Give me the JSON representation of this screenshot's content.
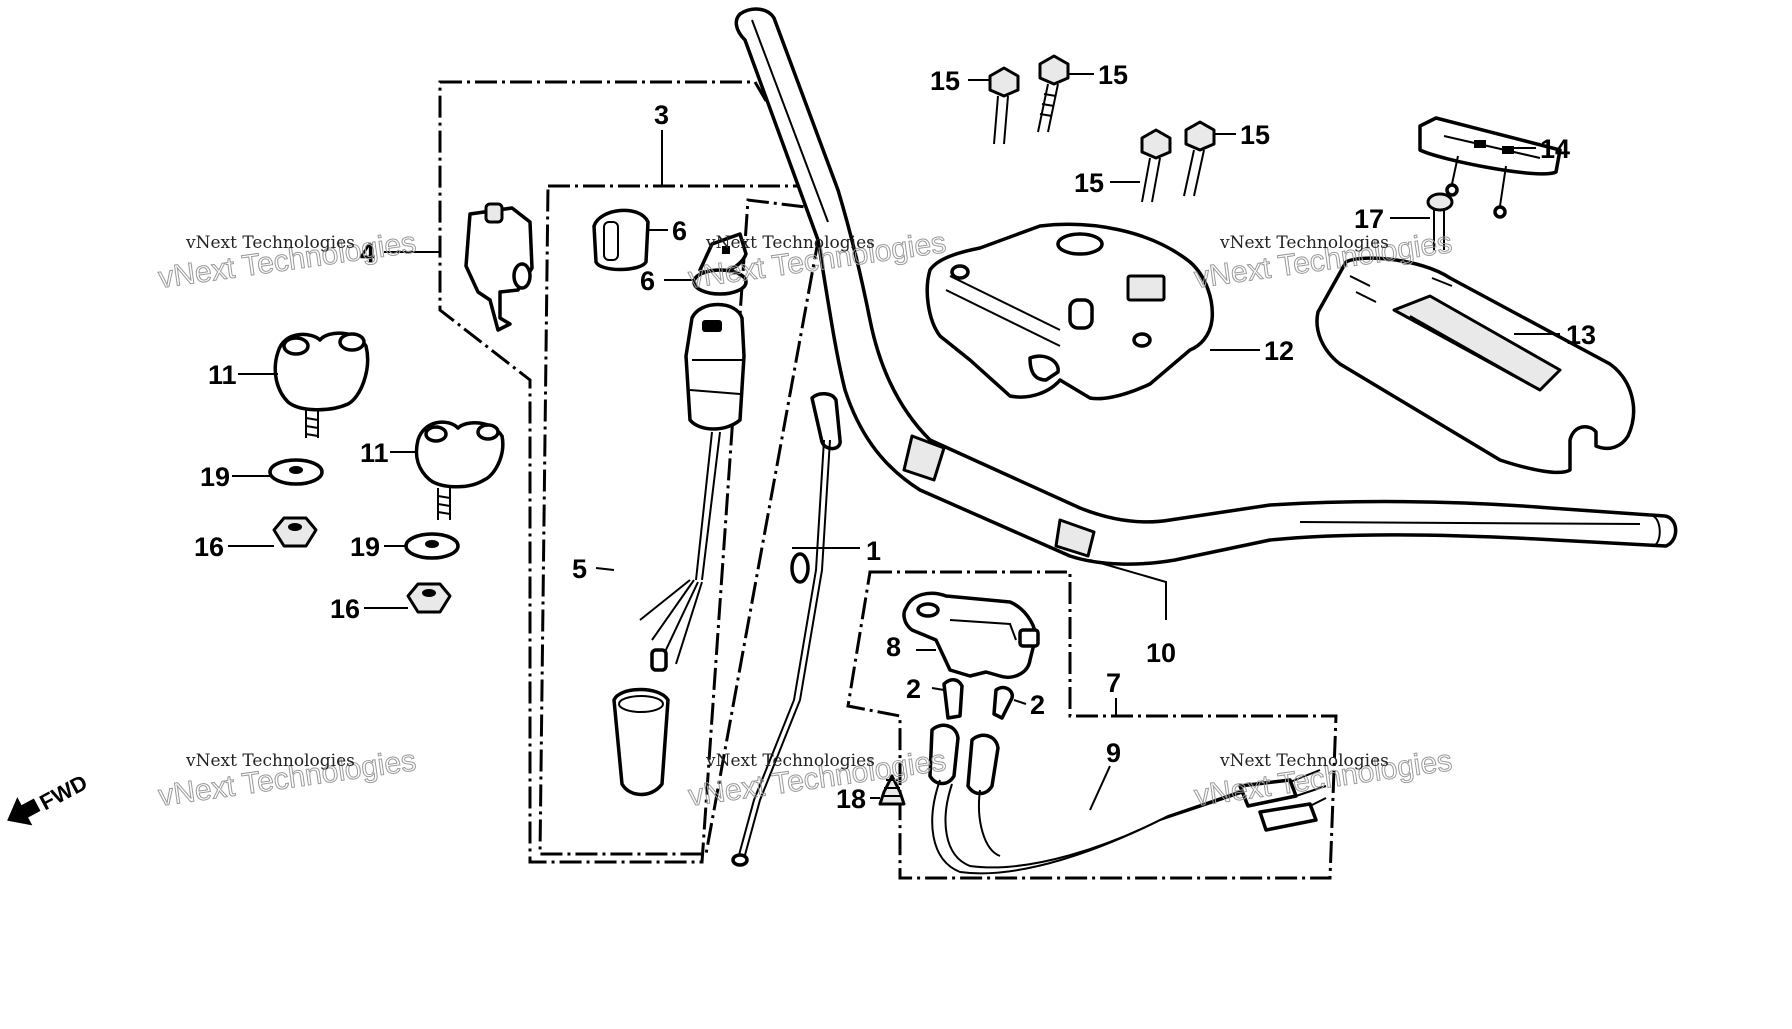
{
  "diagram": {
    "direction_label": "FWD",
    "watermark": {
      "name": "vNext Technologies",
      "large": "vNext Technologies"
    },
    "callouts": [
      {
        "id": "c1",
        "label": "1"
      },
      {
        "id": "c2a",
        "label": "2"
      },
      {
        "id": "c2b",
        "label": "2"
      },
      {
        "id": "c3",
        "label": "3"
      },
      {
        "id": "c4",
        "label": "4"
      },
      {
        "id": "c5",
        "label": "5"
      },
      {
        "id": "c6a",
        "label": "6"
      },
      {
        "id": "c6b",
        "label": "6"
      },
      {
        "id": "c7",
        "label": "7"
      },
      {
        "id": "c8",
        "label": "8"
      },
      {
        "id": "c9",
        "label": "9"
      },
      {
        "id": "c10",
        "label": "10"
      },
      {
        "id": "c11a",
        "label": "11"
      },
      {
        "id": "c11b",
        "label": "11"
      },
      {
        "id": "c12",
        "label": "12"
      },
      {
        "id": "c13",
        "label": "13"
      },
      {
        "id": "c14",
        "label": "14"
      },
      {
        "id": "c15a",
        "label": "15"
      },
      {
        "id": "c15b",
        "label": "15"
      },
      {
        "id": "c15c",
        "label": "15"
      },
      {
        "id": "c15d",
        "label": "15"
      },
      {
        "id": "c16a",
        "label": "16"
      },
      {
        "id": "c16b",
        "label": "16"
      },
      {
        "id": "c17",
        "label": "17"
      },
      {
        "id": "c18",
        "label": "18"
      },
      {
        "id": "c19a",
        "label": "19"
      },
      {
        "id": "c19b",
        "label": "19"
      }
    ]
  }
}
